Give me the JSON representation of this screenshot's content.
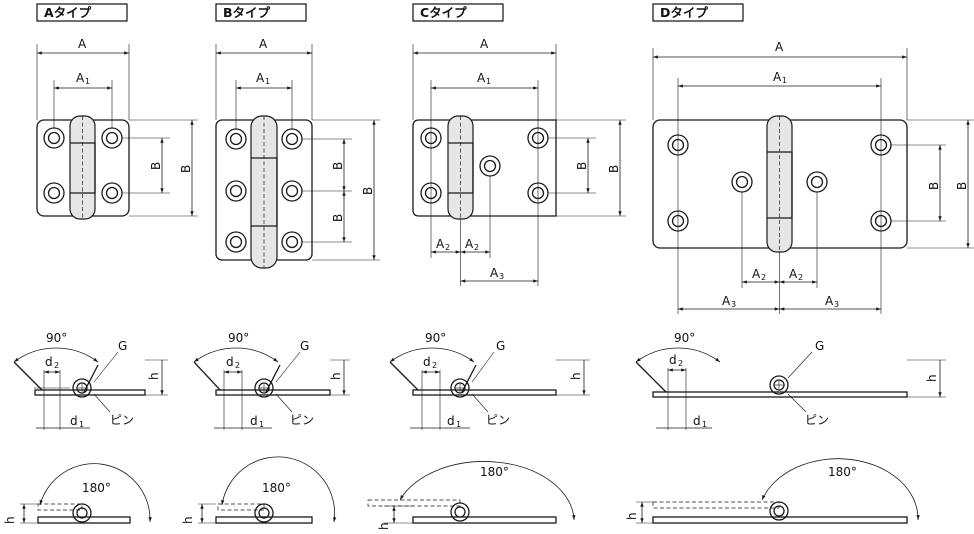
{
  "titles": {
    "a": "Aタイプ",
    "b": "Bタイプ",
    "c": "Cタイプ",
    "d": "Dタイプ"
  },
  "labels": {
    "A": "A",
    "A1": "A",
    "A2": "A",
    "A3": "A",
    "B": "B",
    "B1": "B",
    "d1": "d",
    "d2": "d",
    "h": "h",
    "h1": "h",
    "G": "G",
    "pin": "ピン",
    "angle90": "90°",
    "angle180": "180°",
    "sub1": "1",
    "sub2": "2",
    "sub3": "3"
  },
  "colors": {
    "line": "#1a1a1a",
    "knuckle_fill": "#e6e6e6",
    "background": "#ffffff"
  }
}
